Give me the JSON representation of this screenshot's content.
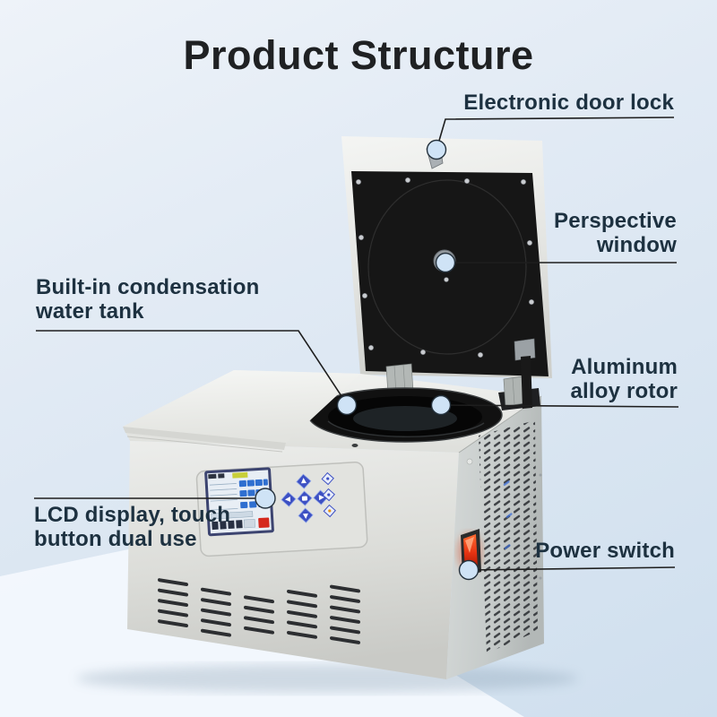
{
  "title": "Product Structure",
  "labels": {
    "door_lock": "Electronic door lock",
    "perspective_window": "Perspective\nwindow",
    "water_tank": "Built-in condensation\nwater tank",
    "rotor": "Aluminum\nalloy rotor",
    "lcd": "LCD display, touch\nbutton dual use",
    "power_switch": "Power switch"
  },
  "colors": {
    "background_top": "#eef3f9",
    "background_bottom": "#cfdfee",
    "floor": "#f3f8fd",
    "title_text": "#1f2123",
    "label_text": "#1d3140",
    "callout_line": "#1e1e1e",
    "callout_dot_fill": "#cfe3f6",
    "lid_panel_dark": "#161616",
    "body_light_gray": "#e9eae7",
    "body_side_gray": "#c6cac9",
    "rotor_black": "#111111",
    "power_switch_red": "#e03c10",
    "lcd_button_blue": "#2f6fd0",
    "keypad_blue": "#3d50c3",
    "lcd_stop_red": "#d5281e"
  }
}
